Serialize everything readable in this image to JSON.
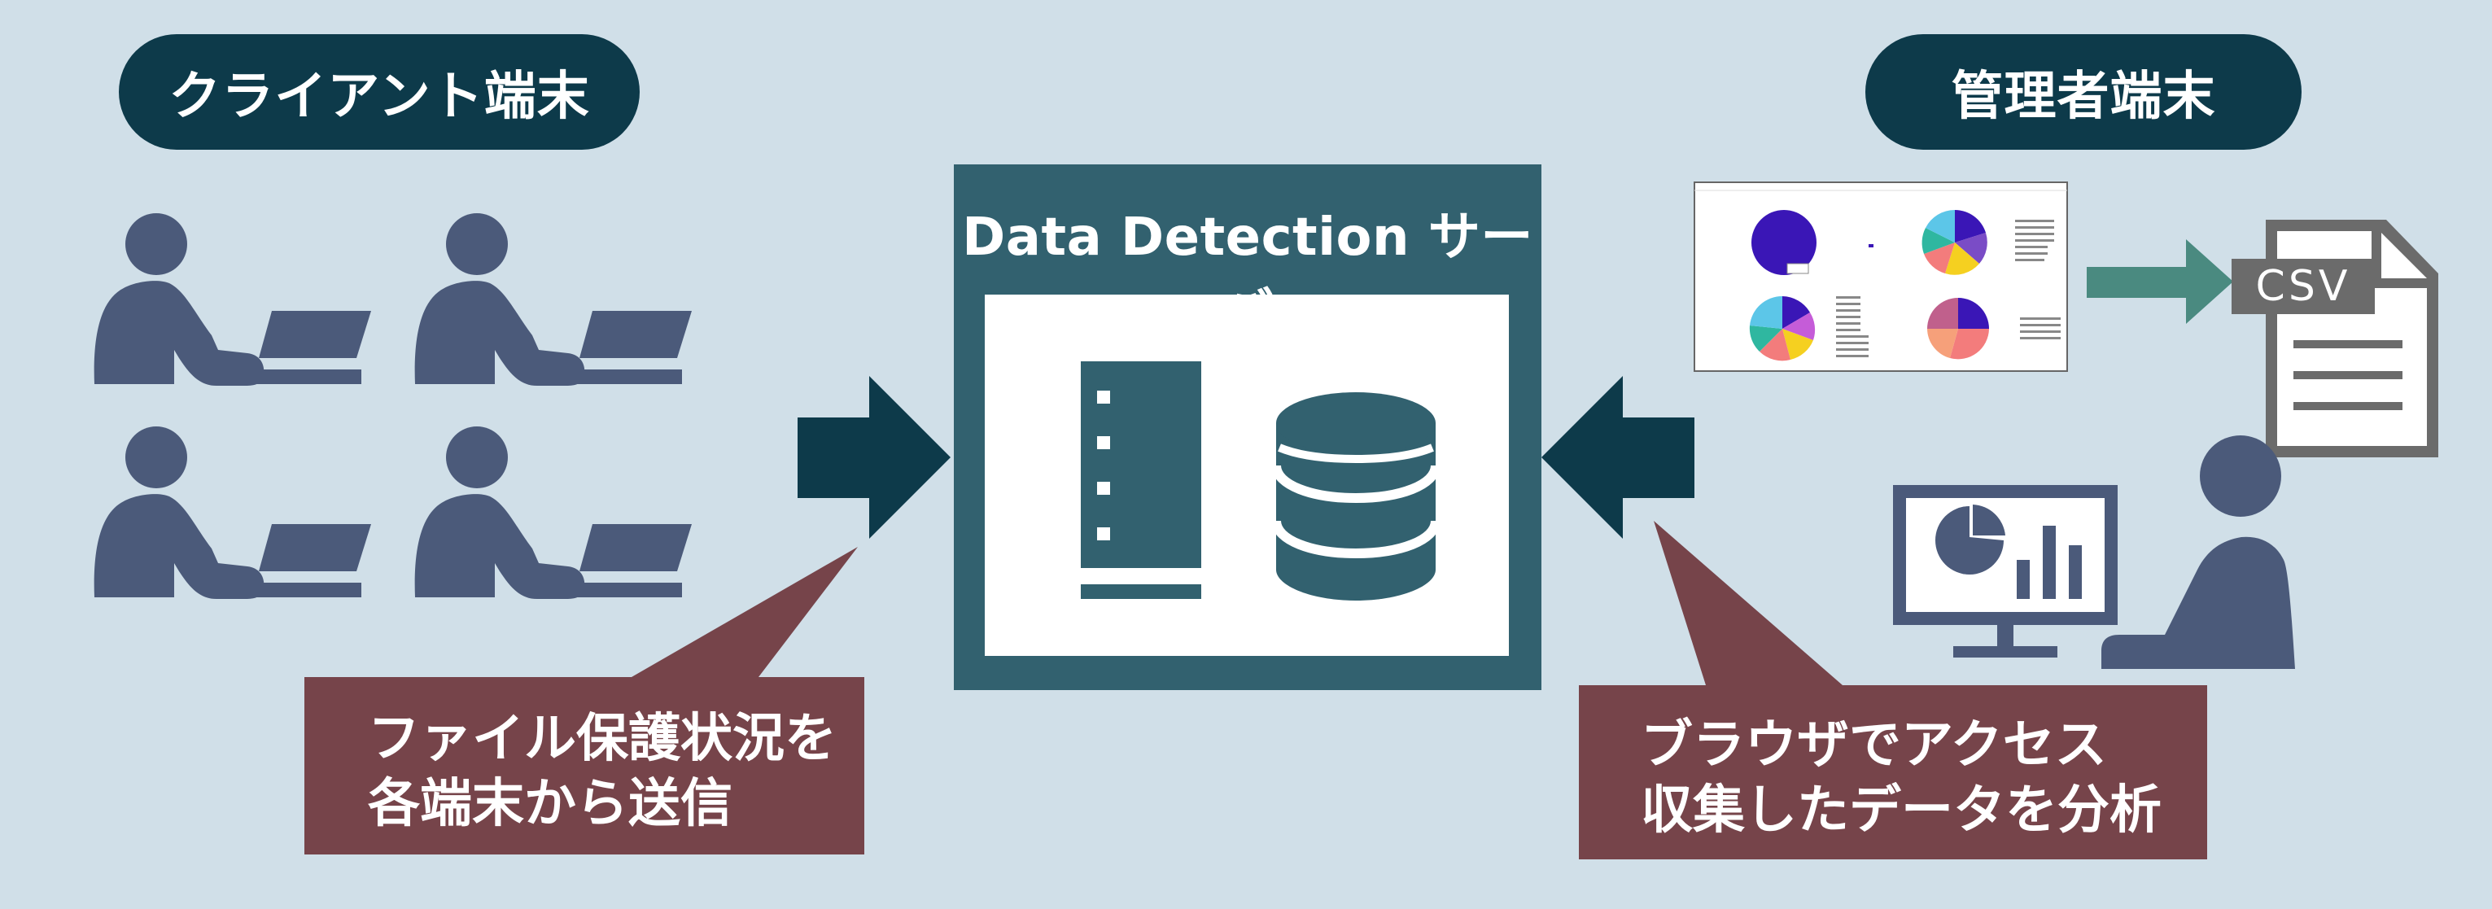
{
  "labels": {
    "client_terminal": "クライアント端末",
    "admin_terminal": "管理者端末",
    "server_title": "Data Detection サーバ",
    "csv": "CSV"
  },
  "callouts": {
    "left_line1": "ファイル保護状況を",
    "left_line2": "各端末から送信",
    "right_line1": "ブラウザでアクセス",
    "right_line2": "収集したデータを分析"
  },
  "colors": {
    "background": "#d0dfe8",
    "dark_teal": "#0d3a4a",
    "server_box": "#32616f",
    "person_icon": "#4b5a7a",
    "callout": "#76444a",
    "csv_arrow": "#4a8a80",
    "csv_label": "#6b6b6b"
  },
  "icons": {
    "person": "person-at-laptop-icon",
    "server": "server-rack-icon",
    "database": "database-icon",
    "monitor": "monitor-chart-icon",
    "document": "csv-document-icon"
  }
}
